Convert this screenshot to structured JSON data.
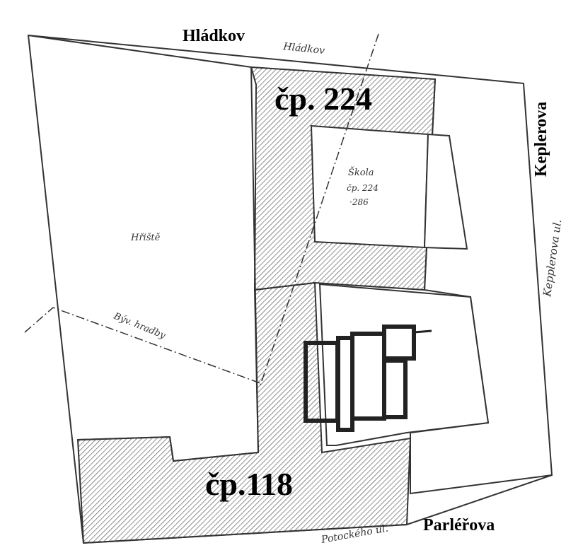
{
  "labels": {
    "top_street": "Hládkov",
    "top_street_hand": "Hládkov",
    "house_224": "čp. 224",
    "house_118": "čp.118",
    "right_street": "Keplerova",
    "right_street_hand": "Kepplerova ul.",
    "bottom_street": "Parléřova",
    "bottom_street_hand": "Potockého ul.",
    "school_name": "Škola",
    "school_number": "čp. 224",
    "school_parcel": "·286",
    "playground": "Hřiště",
    "former_walls": "Býv. hradby"
  },
  "colors": {
    "ink": "#333333",
    "background": "#ffffff",
    "bold_text": "#000000"
  }
}
